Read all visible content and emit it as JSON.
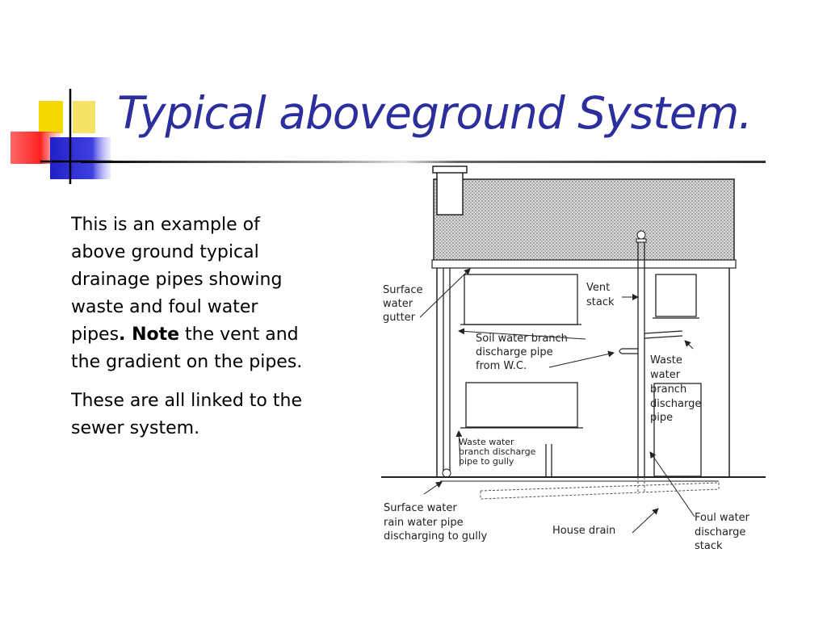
{
  "slide": {
    "title": "Typical aboveground System.",
    "paragraph1_before": "This is an example of above ground typical drainage pipes showing waste and foul water pipes",
    "paragraph1_bold": ". Note",
    "paragraph1_after": " the vent and the gradient on the pipes.",
    "paragraph2": "These are all linked to the sewer system."
  },
  "diagram": {
    "labels": {
      "surface_water_gutter": [
        "Surface",
        "water",
        "gutter"
      ],
      "vent_stack": [
        "Vent",
        "stack"
      ],
      "soil_water_branch": [
        "Soil water branch",
        "discharge pipe",
        "from W.C."
      ],
      "waste_water_branch_right": [
        "Waste",
        "water",
        "branch",
        "discharge",
        "pipe"
      ],
      "waste_water_branch_gully": [
        "Waste water",
        "branch discharge",
        "pipe to gully"
      ],
      "surface_water_rain": [
        "Surface water",
        "rain water pipe",
        "discharging to gully"
      ],
      "house_drain": [
        "House drain"
      ],
      "foul_water_stack": [
        "Foul water",
        "discharge",
        "stack"
      ]
    }
  },
  "colors": {
    "title": "#2b2e9c",
    "deco_yellow": "#f5d800",
    "deco_red": "#ff3030",
    "deco_blue": "#2a2ad0"
  }
}
